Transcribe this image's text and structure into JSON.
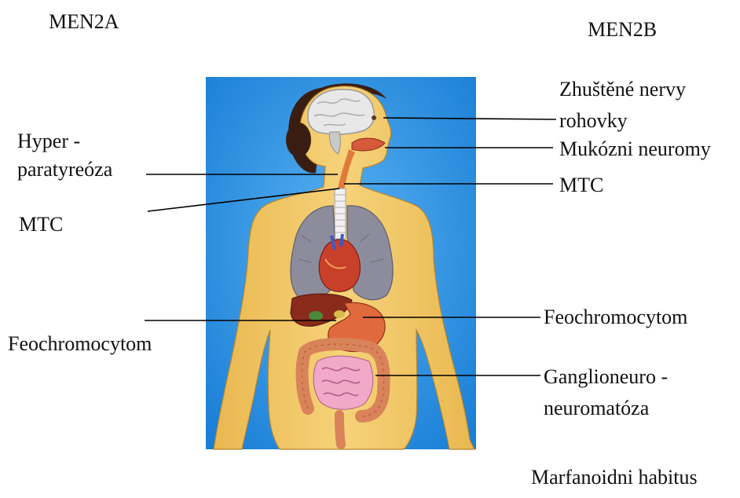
{
  "headers": {
    "left": "MEN2A",
    "right": "MEN2B"
  },
  "men2a_labels": {
    "hyper_line1": "Hyper -",
    "hyper_line2": "paratyreóza",
    "mtc": "MTC",
    "feo": "Feochromocytom"
  },
  "men2b_labels": {
    "nerves_line1": "Zhuštěné nervy",
    "nerves_line2": "rohovky",
    "mucosal": "Mukózni neuromy",
    "mtc": "MTC",
    "feo": "Feochromocytom",
    "gang_line1": "Ganglioneuro -",
    "gang_line2": "neuromatóza",
    "marfan": "Marfanoidni habitus"
  },
  "colors": {
    "background_panel": "#2a93e6",
    "skin": "#f3c766",
    "leader_line": "#000000",
    "text": "#111111"
  }
}
